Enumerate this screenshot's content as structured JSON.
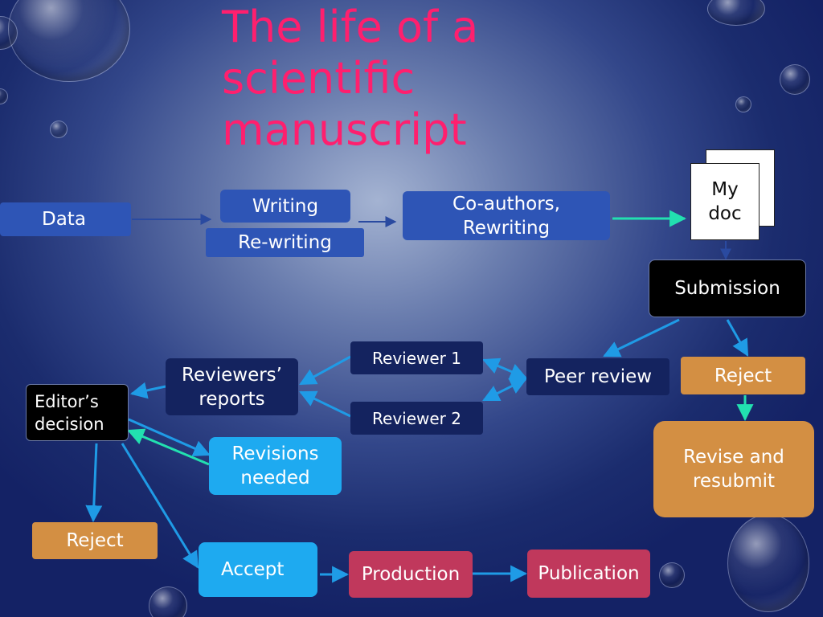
{
  "title": "The life of a\nscientific\nmanuscript",
  "colors": {
    "title": "#ff1f6e",
    "blue_box": "#2e55b6",
    "navy_box": "#14235f",
    "orange_box": "#d38f43",
    "cyan_box": "#1eaaf0",
    "red_box": "#c0385c",
    "arrow_blue": "#1f9be6",
    "arrow_teal": "#22e0b0",
    "arrow_dark": "#2a4aa0"
  },
  "nodes": {
    "data": "Data",
    "writing": "Writing",
    "rewriting": "Re-writing",
    "coauthors": "Co-authors,\nRewriting",
    "my_doc": "My\ndoc",
    "submission": "Submission",
    "peer_review": "Peer review",
    "reject_top": "Reject",
    "revise_resubmit": "Revise and\nresubmit",
    "reviewer1": "Reviewer 1",
    "reviewer2": "Reviewer 2",
    "reviewers_reports": "Reviewers’\nreports",
    "editors_decision": "Editor’s\ndecision",
    "revisions_needed": "Revisions\nneeded",
    "reject_bottom": "Reject",
    "accept": "Accept",
    "production": "Production",
    "publication": "Publication"
  }
}
